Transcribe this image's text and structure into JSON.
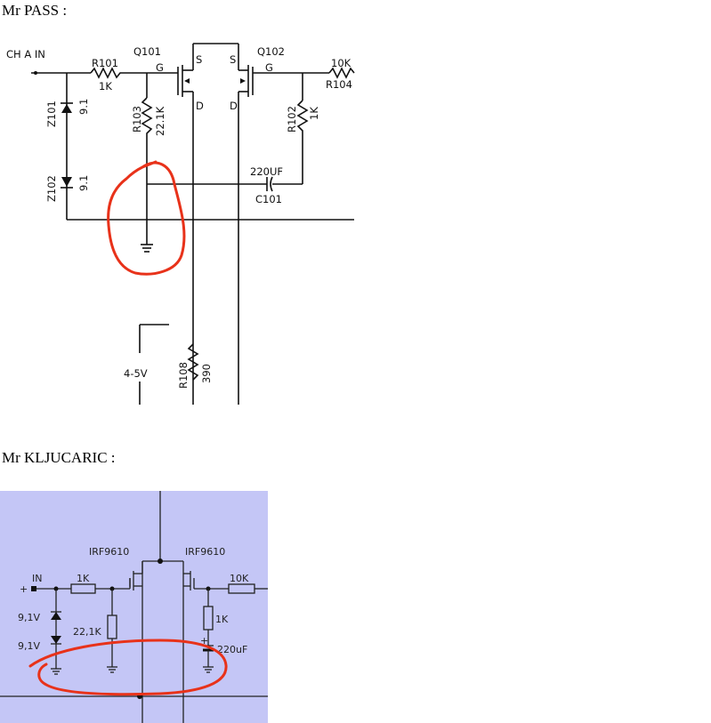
{
  "headings": {
    "pass": "Mr PASS :",
    "kljucaric": "Mr KLJUCARIC :"
  },
  "pass_schematic": {
    "input_label": "CH A IN",
    "q101": "Q101",
    "q102": "Q102",
    "r101": "R101",
    "r101_value": "1K",
    "r102": "R102",
    "r102_value": "1K",
    "r103": "R103",
    "r103_value": "22.1K",
    "r104_value": "10K",
    "r104": "R104",
    "r108": "R108",
    "r108_value": "390",
    "z101": "Z101",
    "z101_value": "9.1",
    "z102": "Z102",
    "z102_value": "9.1",
    "c101": "C101",
    "c101_value": "220UF",
    "pin_g": "G",
    "pin_s": "S",
    "pin_d": "D",
    "bias_voltage": "4-5V"
  },
  "kljucaric_schematic": {
    "input_label": "IN",
    "plus": "+",
    "mosfet_left": "IRF9610",
    "mosfet_right": "IRF9610",
    "r_input": "1K",
    "r_output": "10K",
    "r_gate": "22,1K",
    "r_shunt": "1K",
    "zener_top": "9,1V",
    "zener_bottom": "9,1V",
    "capacitor": "220uF",
    "cap_plus": "+",
    "background_color": "#c4c6f6"
  },
  "highlight_color": "#e8321a"
}
